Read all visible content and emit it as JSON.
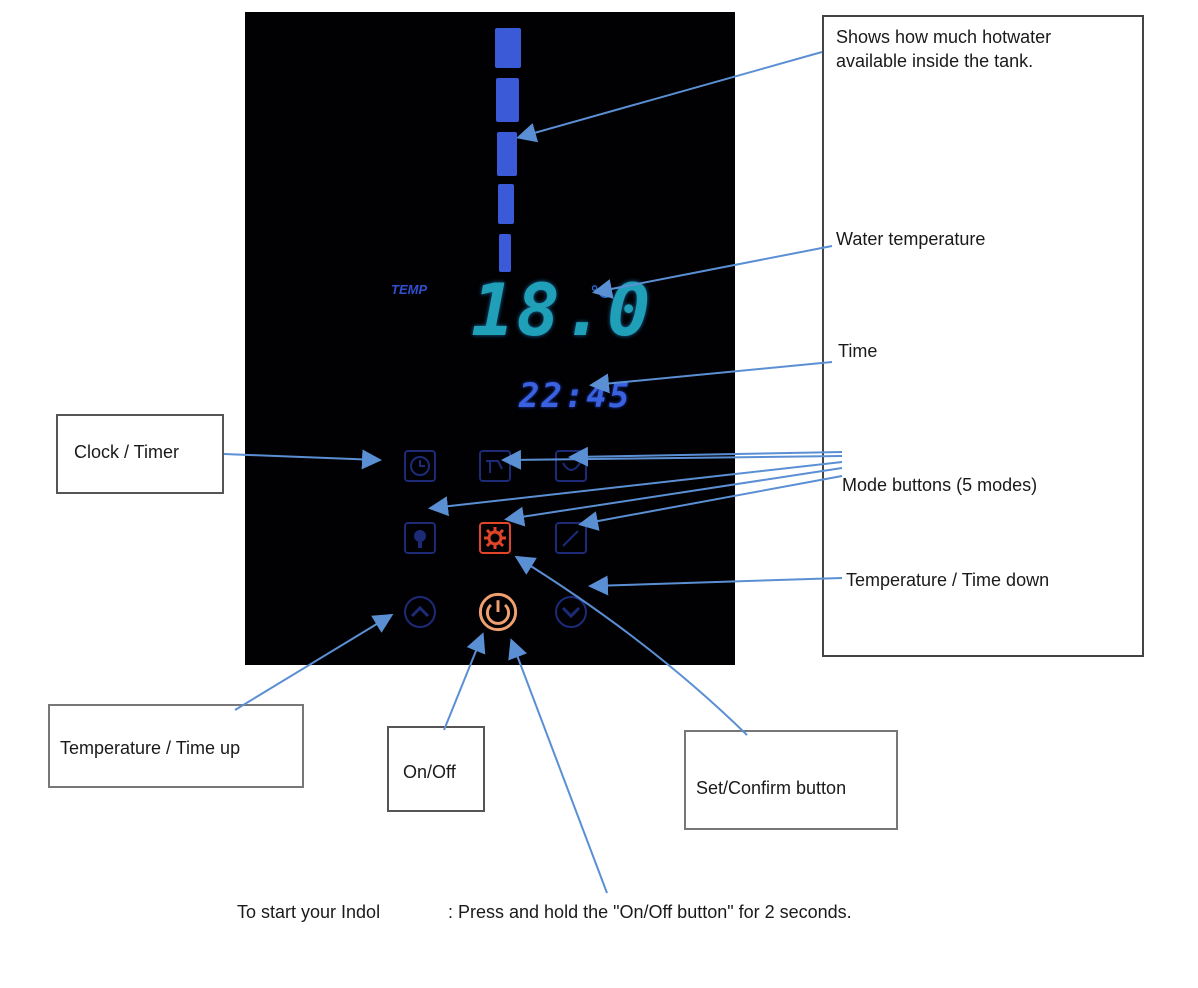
{
  "display": {
    "temp_label": "TEMP",
    "temperature": "18.0",
    "temp_unit": "°C",
    "time": "22:45",
    "hot_water_level_bars": 5
  },
  "annotations": {
    "hot_water": "Shows how much hotwater available inside the tank.",
    "water_temperature": "Water temperature",
    "time": "Time",
    "mode_buttons": "Mode buttons (5 modes)",
    "temp_time_down": "Temperature / Time down",
    "clock_timer": "Clock / Timer",
    "temp_time_up": "Temperature / Time up",
    "on_off": "On/Off",
    "set_confirm": "Set/Confirm button",
    "instruction_prefix": "To start your Indol",
    "instruction_suffix": ": Press and hold the \"On/Off button\" for 2 seconds."
  },
  "colors": {
    "panel_bg": "#010103",
    "bar_blue": "#3a5ad8",
    "digit_cyan": "#1f9fb8",
    "button_navy": "#1c2a78",
    "set_red": "#e0452a",
    "power_orange": "#f0a070",
    "arrow_blue": "#5b8fd4"
  },
  "icons": {
    "clock": "clock-icon",
    "mode1": "shower-icon",
    "mode2": "moon-icon",
    "mode3": "bulb-icon",
    "set": "gear-icon",
    "mode4": "wand-icon",
    "up": "chevron-up-icon",
    "power": "power-icon",
    "down": "chevron-down-icon"
  }
}
